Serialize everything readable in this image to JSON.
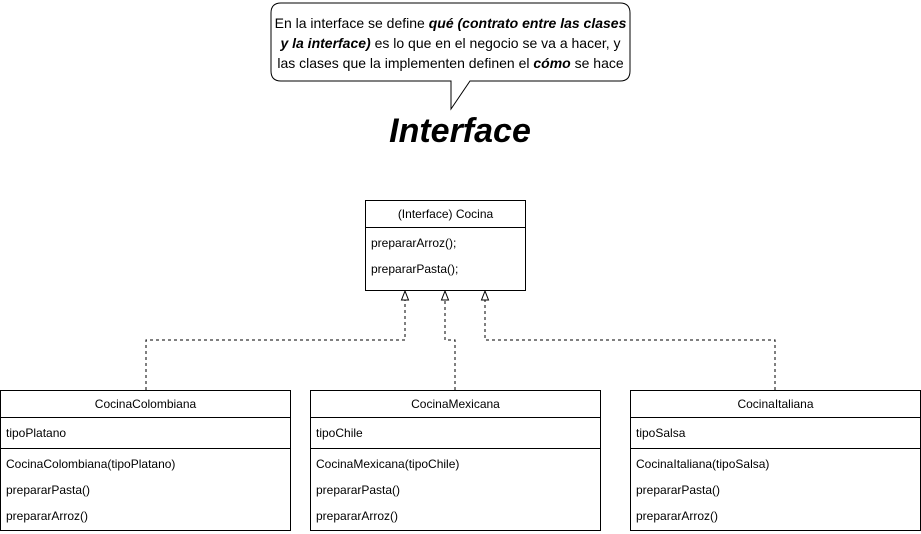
{
  "callout": {
    "p1": "En la interface se define ",
    "b1": "qué (contrato entre las clases y la interface)",
    "p2": " es lo que en el negocio se va a hacer, y las clases que la implementen definen el ",
    "b2": "cómo",
    "p3": " se hace"
  },
  "title": "Interface",
  "interface": {
    "name": "(Interface) Cocina",
    "methods": [
      "prepararArroz();",
      "prepararPasta();"
    ]
  },
  "classes": [
    {
      "name": "CocinaColombiana",
      "attributes": [
        "tipoPlatano"
      ],
      "methods": [
        "CocinaColombiana(tipoPlatano)",
        "prepararPasta()",
        "prepararArroz()"
      ]
    },
    {
      "name": "CocinaMexicana",
      "attributes": [
        "tipoChile"
      ],
      "methods": [
        "CocinaMexicana(tipoChile)",
        "prepararPasta()",
        "prepararArroz()"
      ]
    },
    {
      "name": "CocinaItaliana",
      "attributes": [
        "tipoSalsa"
      ],
      "methods": [
        "CocinaItaliana(tipoSalsa)",
        "prepararPasta()",
        "prepararArroz()"
      ]
    }
  ]
}
